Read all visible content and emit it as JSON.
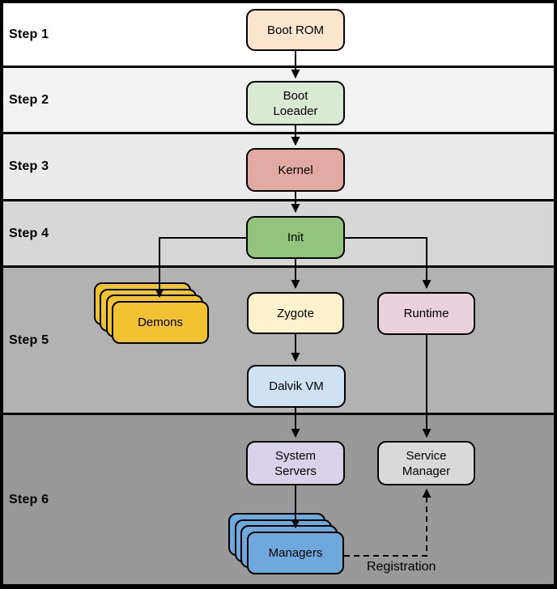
{
  "steps": [
    {
      "label": "Step 1",
      "band_color": "#ffffff"
    },
    {
      "label": "Step 2",
      "band_color": "#f2f2f2"
    },
    {
      "label": "Step 3",
      "band_color": "#ebebeb"
    },
    {
      "label": "Step 4",
      "band_color": "#d7d7d7"
    },
    {
      "label": "Step 5",
      "band_color": "#b2b2b2"
    },
    {
      "label": "Step 6",
      "band_color": "#999999"
    }
  ],
  "nodes": {
    "boot_rom": {
      "label": "Boot ROM",
      "fill": "#fce5cd"
    },
    "boot_loader": {
      "label": "Boot\nLoeader",
      "fill": "#d9ead3"
    },
    "kernel": {
      "label": "Kernel",
      "fill": "#e2aaa2"
    },
    "init": {
      "label": "Init",
      "fill": "#93c47d"
    },
    "demons": {
      "label": "Demons",
      "fill": "#f1c232"
    },
    "zygote": {
      "label": "Zygote",
      "fill": "#fff2cc"
    },
    "runtime": {
      "label": "Runtime",
      "fill": "#ead1dc"
    },
    "dalvik_vm": {
      "label": "Dalvik VM",
      "fill": "#cfe2f3"
    },
    "system_servers": {
      "label": "System\nServers",
      "fill": "#d9d2e9"
    },
    "service_manager": {
      "label": "Service\nManager",
      "fill": "#d9d9d9"
    },
    "managers": {
      "label": "Managers",
      "fill": "#6fa8dc"
    }
  },
  "edges": {
    "registration_label": "Registration",
    "line_color": "#000000"
  }
}
